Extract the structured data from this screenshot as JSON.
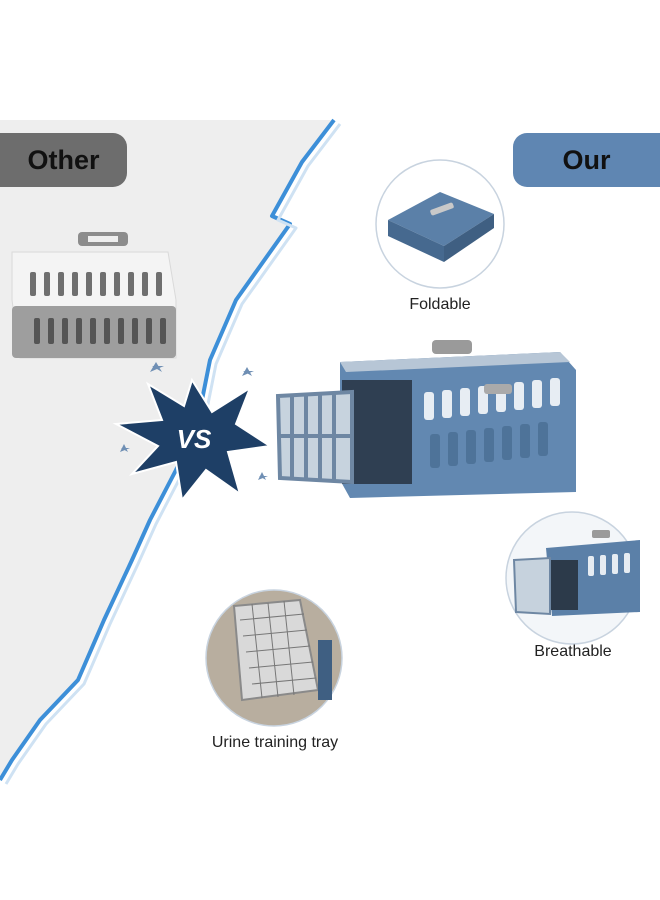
{
  "labels": {
    "other": "Other",
    "our": "Our",
    "vs": "VS",
    "foldable": "Foldable",
    "breathable": "Breathable",
    "urine_tray": "Urine training tray"
  },
  "colors": {
    "other_badge": "#6d6d6d",
    "our_badge": "#5f86b2",
    "divider": "#3d8fd8",
    "crate_blue": "#5b80a8",
    "crate_grey": "#a6a6a6",
    "vs_burst": "#1e3f66"
  }
}
